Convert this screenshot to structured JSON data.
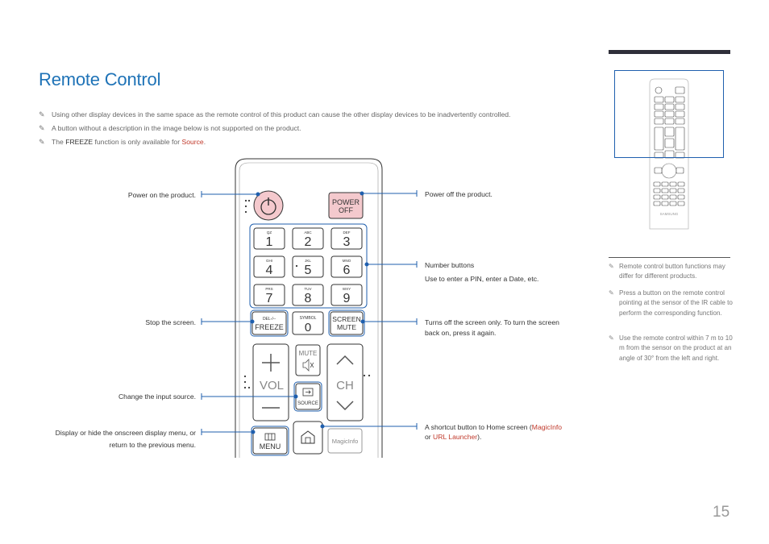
{
  "page": {
    "title": "Remote Control",
    "page_number": "15"
  },
  "notes": [
    {
      "text": "Using other display devices in the same space as the remote control of this product can cause the other display devices to be inadvertently controlled."
    },
    {
      "text": "A button without a description in the image below is not supported on the product."
    },
    {
      "pre": "The ",
      "bold": "FREEZE",
      "mid": " function is only available for ",
      "accent": "Source",
      "post": "."
    }
  ],
  "labels_left": {
    "power_on": "Power on the product.",
    "stop_screen": "Stop the screen.",
    "change_source": "Change the input source.",
    "menu_line1": "Display or hide the onscreen display menu, or",
    "menu_line2": "return to the previous menu."
  },
  "labels_right": {
    "power_off": "Power off the product.",
    "number_title": "Number buttons",
    "number_desc": "Use to enter a PIN, enter a Date, etc.",
    "screen_mute_line1": "Turns off the screen only. To turn the screen",
    "screen_mute_line2": "back on, press it again.",
    "home_pre": "A shortcut button to Home screen (",
    "home_magicinfo": "MagicInfo",
    "home_or": "or ",
    "home_url": "URL Launcher",
    "home_post": ")."
  },
  "remote": {
    "power_off_line1": "POWER",
    "power_off_line2": "OFF",
    "keys": [
      {
        "digit": "1",
        "sub": "QZ"
      },
      {
        "digit": "2",
        "sub": "ABC"
      },
      {
        "digit": "3",
        "sub": "DEF"
      },
      {
        "digit": "4",
        "sub": "GHI"
      },
      {
        "digit": "5",
        "sub": "JKL"
      },
      {
        "digit": "6",
        "sub": "MNO"
      },
      {
        "digit": "7",
        "sub": "PRS"
      },
      {
        "digit": "8",
        "sub": "TUV"
      },
      {
        "digit": "9",
        "sub": "WXY"
      }
    ],
    "freeze_sub": "DEL-/--",
    "freeze": "FREEZE",
    "zero_sub": "SYMBOL",
    "zero": "0",
    "screen_mute_line1": "SCREEN",
    "screen_mute_line2": "MUTE",
    "vol": "VOL",
    "mute": "MUTE",
    "source": "SOURCE",
    "ch": "CH",
    "menu": "MENU",
    "magicinfo": "MagicInfo"
  },
  "side_notes": [
    "Remote control button functions may differ for different products.",
    "Press a button on the remote control pointing at the sensor of the IR cable to perform the corresponding function.",
    "Use the remote control within 7 m to 10 m from the sensor on the product at an angle of 30° from the left and right."
  ],
  "thumbnail": {
    "brand": "SAMSUNG"
  },
  "colors": {
    "title": "#1f73b7",
    "accent": "#c0392b",
    "callout_line": "#1f5fae",
    "power_button": "#f4c9cd"
  }
}
